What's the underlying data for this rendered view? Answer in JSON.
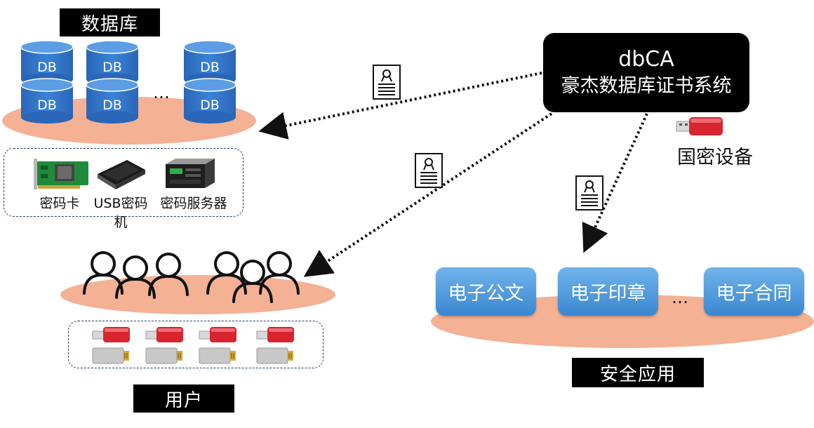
{
  "labels": {
    "database": "数据库",
    "users": "用户",
    "secure_apps": "安全应用",
    "guomi_device": "国密设备"
  },
  "ca": {
    "line1": "dbCA",
    "line2": "豪杰数据库证书系统"
  },
  "db_label": "DB",
  "ellipsis": "…",
  "crypto_devices": [
    "密码卡",
    "USB密码机",
    "密码服务器"
  ],
  "apps": [
    "电子公文",
    "电子印章",
    "电子合同"
  ],
  "colors": {
    "db_cylinder": "#2e72c9",
    "platform": "#f4b194",
    "app_button": "#4a95dc",
    "usb_red": "#d8252f"
  }
}
